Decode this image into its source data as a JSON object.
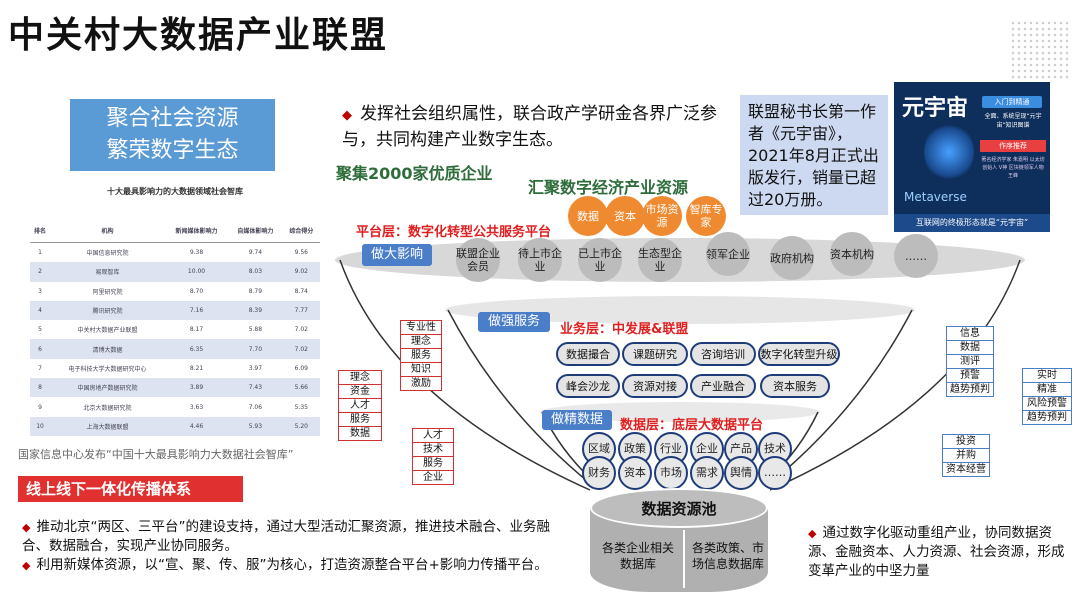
{
  "title": "中关村大数据产业联盟",
  "banner": {
    "line1": "聚合社会资源",
    "line2": "繁荣数字生态"
  },
  "ranking": {
    "title": "十大最具影响力的大数据领域社会智库",
    "headers": [
      "排名",
      "机构",
      "新闻媒体影响力",
      "自媒体影响力",
      "综合得分"
    ],
    "rows": [
      [
        "1",
        "中国信息研究院",
        "9.38",
        "9.74",
        "9.56"
      ],
      [
        "2",
        "易观智库",
        "10.00",
        "8.03",
        "9.02"
      ],
      [
        "3",
        "阿里研究院",
        "8.70",
        "8.79",
        "8.74"
      ],
      [
        "4",
        "腾讯研究院",
        "7.16",
        "8.39",
        "7.77"
      ],
      [
        "5",
        "中关村大数据产业联盟",
        "8.17",
        "5.88",
        "7.02"
      ],
      [
        "6",
        "清博大数据",
        "6.35",
        "7.70",
        "7.02"
      ],
      [
        "7",
        "电子科技大学大数据研究中心",
        "8.21",
        "3.97",
        "6.09"
      ],
      [
        "8",
        "中国房地产数据研究院",
        "3.89",
        "7.43",
        "5.66"
      ],
      [
        "9",
        "北京大数据研究院",
        "3.63",
        "7.06",
        "5.35"
      ],
      [
        "10",
        "上海大数据联盟",
        "4.46",
        "5.93",
        "5.20"
      ]
    ],
    "source": "国家信息中心发布“中国十大最具影响力大数据社会智库”"
  },
  "online": {
    "label": "线上线下一体化传播体系",
    "bullet1": "推动北京“两区、三平台”的建设支持，通过大型活动汇聚资源，推进技术融合、业务融合、数据融合，实现产业协同服务。",
    "bullet2": "利用新媒体资源，以“宣、聚、传、服”为核心，打造资源整合平台+影响力传播平台。"
  },
  "top_bullet": "发挥社会组织属性，联合政产学研金各界广泛参与，共同构建产业数字生态。",
  "gather_enterprises": "聚集2000家优质企业",
  "gather_resources": "汇聚数字经济产业资源",
  "author_note": "联盟秘书长第一作者《元宇宙》，2021年8月正式出版发行，销量已超过20万册。",
  "book": {
    "title": "元宇宙",
    "tag": "入门到精通",
    "subtitle": "全面、系统呈现“元宇宙”知识图谱",
    "recommend": "作序推荐",
    "recommenders": "著名经济学家 朱嘉明 以太坊创始人 V神 区块链领军人物 王峰",
    "meta": "Metaverse",
    "bottom": "互联网的终极形态就是“元宇宙”"
  },
  "resources": [
    "数据",
    "资本",
    "市场资源",
    "智库专家"
  ],
  "platform": {
    "title": "平台层：数字化转型公共服务平台",
    "button": "做大影响",
    "members": [
      "联盟企业会员",
      "待上市企业",
      "已上市企业",
      "生态型企业",
      "领军企业",
      "政府机构",
      "资本机构",
      "……"
    ]
  },
  "business": {
    "button": "做强服务",
    "title": "业务层：中发展&联盟",
    "pills_row1": [
      "数据撮合",
      "课题研究",
      "咨询培训",
      "数字化转型升级"
    ],
    "pills_row2": [
      "峰会沙龙",
      "资源对接",
      "产业融合",
      "资本服务"
    ]
  },
  "data_layer": {
    "button": "做精数据",
    "title": "数据层：底层大数据平台",
    "row1": [
      "区域",
      "政策",
      "行业",
      "企业",
      "产品",
      "技术"
    ],
    "row2": [
      "财务",
      "资本",
      "市场",
      "需求",
      "舆情",
      "……"
    ]
  },
  "side_lists": {
    "left_outer": [
      "理念",
      "资金",
      "人才",
      "服务",
      "数据"
    ],
    "left_mid": [
      "专业性",
      "理念",
      "服务",
      "知识",
      "激励"
    ],
    "left_low": [
      "人才",
      "技术",
      "服务",
      "企业"
    ],
    "right_mid": [
      "信息",
      "数据",
      "测评",
      "预警",
      "趋势预判"
    ],
    "right_outer": [
      "实时",
      "精准",
      "风险预警",
      "趋势预判"
    ],
    "right_low": [
      "投资",
      "并购",
      "资本经营"
    ]
  },
  "pool": {
    "title": "数据资源池",
    "left": "各类企业相关数据库",
    "right": "各类政策、市场信息数据库"
  },
  "right_bullet": "通过数字化驱动重组产业，协同数据资源、金融资本、人力资源、社会资源，形成变革产业的中坚力量",
  "colors": {
    "accent_red": "#e02020",
    "banner_blue": "#5b9bd5",
    "pill_border": "#1f3c7a",
    "orange": "#f08a30"
  }
}
